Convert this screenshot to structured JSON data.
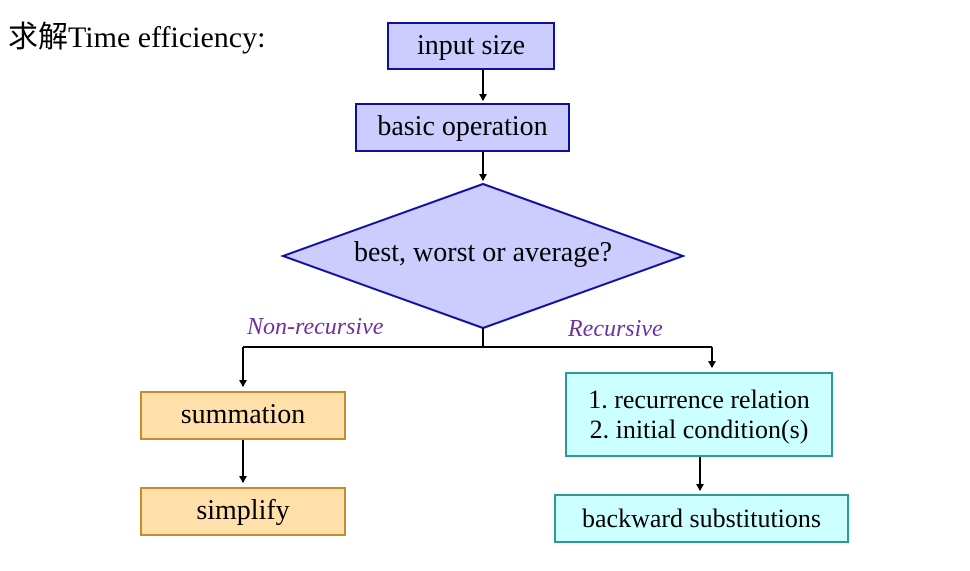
{
  "title": "求解Time efficiency:",
  "nodes": {
    "input_size": "input size",
    "basic_operation": "basic operation",
    "decision": "best, worst or average?",
    "summation": "summation",
    "simplify": "simplify",
    "recurrence_line1": "1. recurrence relation",
    "recurrence_line2": "2. initial condition(s)",
    "backward": "backward substitutions"
  },
  "branches": {
    "left": "Non-recursive",
    "right": "Recursive"
  },
  "colors": {
    "purple_fill": "#ccccff",
    "purple_border": "#1010a0",
    "orange_fill": "#ffe0aa",
    "orange_border": "#cc8a2a",
    "teal_fill": "#ccffff",
    "teal_border": "#2a9a9a",
    "branch_text": "#7030a0"
  }
}
